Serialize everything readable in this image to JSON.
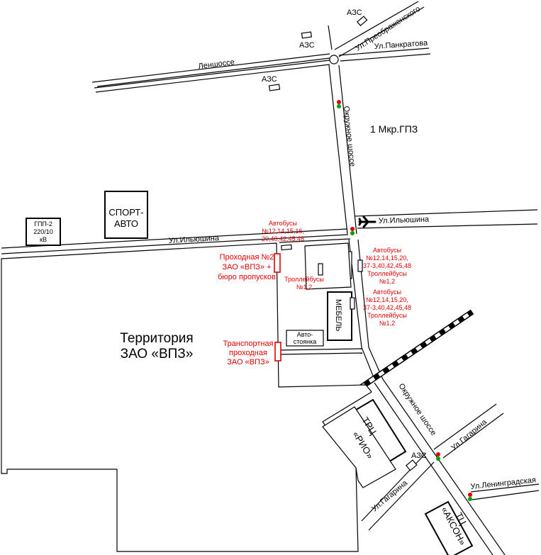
{
  "labels": {
    "azs": "АЗС",
    "ul_preobrazhenskogo": "Ул.Преображенского",
    "ul_pankratova": "Ул.Панкратова",
    "lenshosse": "Леншоссе",
    "okruzhnoe_north": "Окружное шоссе",
    "mkr": "1 Мкр.ГПЗ",
    "ul_ilyushina_east": "Ул.Ильюшина",
    "ul_ilyushina_west": "Ул.Ильюшина",
    "gpp_line1": "ГПП-2",
    "gpp_line2": "220/10",
    "gpp_line3": "кВ",
    "sport_line1": "СПОРТ-",
    "sport_line2": "АВТО",
    "territory_line1": "Территория",
    "territory_line2": "ЗАО «ВПЗ»",
    "prohodnaya_line1": "Проходная №2",
    "prohodnaya_line2": "ЗАО «ВПЗ» +",
    "prohodnaya_line3": "бюро пропусков",
    "transport_line1": "Транспортная",
    "transport_line2": "проходная",
    "transport_line3": "ЗАО «ВПЗ»",
    "bus_west_line1": "Автобусы",
    "bus_west_line2": "№12,14,15,16,",
    "bus_west_line3": "20,40,42,45,48",
    "troll_west_line1": "Троллейбусы",
    "troll_west_line2": "№1,2",
    "bus_east1_line1": "Автобусы",
    "bus_east1_line2": "№12,14,15,20,",
    "bus_east1_line3": "37-3,40,42,45,48",
    "bus_east1_line4": "Троллейбусы",
    "bus_east1_line5": "№1,2",
    "bus_east2_line1": "Автобусы",
    "bus_east2_line2": "№12,14,15,20,",
    "bus_east2_line3": "37-3,40,42,45,48",
    "bus_east2_line4": "Троллейбусы",
    "bus_east2_line5": "№1,2",
    "mebel": "МЕБЕЛЬ",
    "parking_line1": "Авто-",
    "parking_line2": "стоянка",
    "okruzhnoe_south": "Окружное шоссе",
    "trc_line1": "ТРЦ",
    "trc_line2": "«РИО»",
    "ul_gagarina_ne": "Ул.Гагарина",
    "ul_gagarina_sw": "Ул.Гагарина",
    "ul_leningradskaya": "Ул.Ленинградская",
    "tc_line1": "ТЦ",
    "tc_line2": "«АКСОН»"
  },
  "icons": {
    "airplane": "airplane-icon",
    "traffic_light": "traffic-light-icon"
  },
  "colors": {
    "lines": "#000000",
    "highlight": "#e00000",
    "traffic_red": "#e00000",
    "traffic_green": "#00a000"
  }
}
